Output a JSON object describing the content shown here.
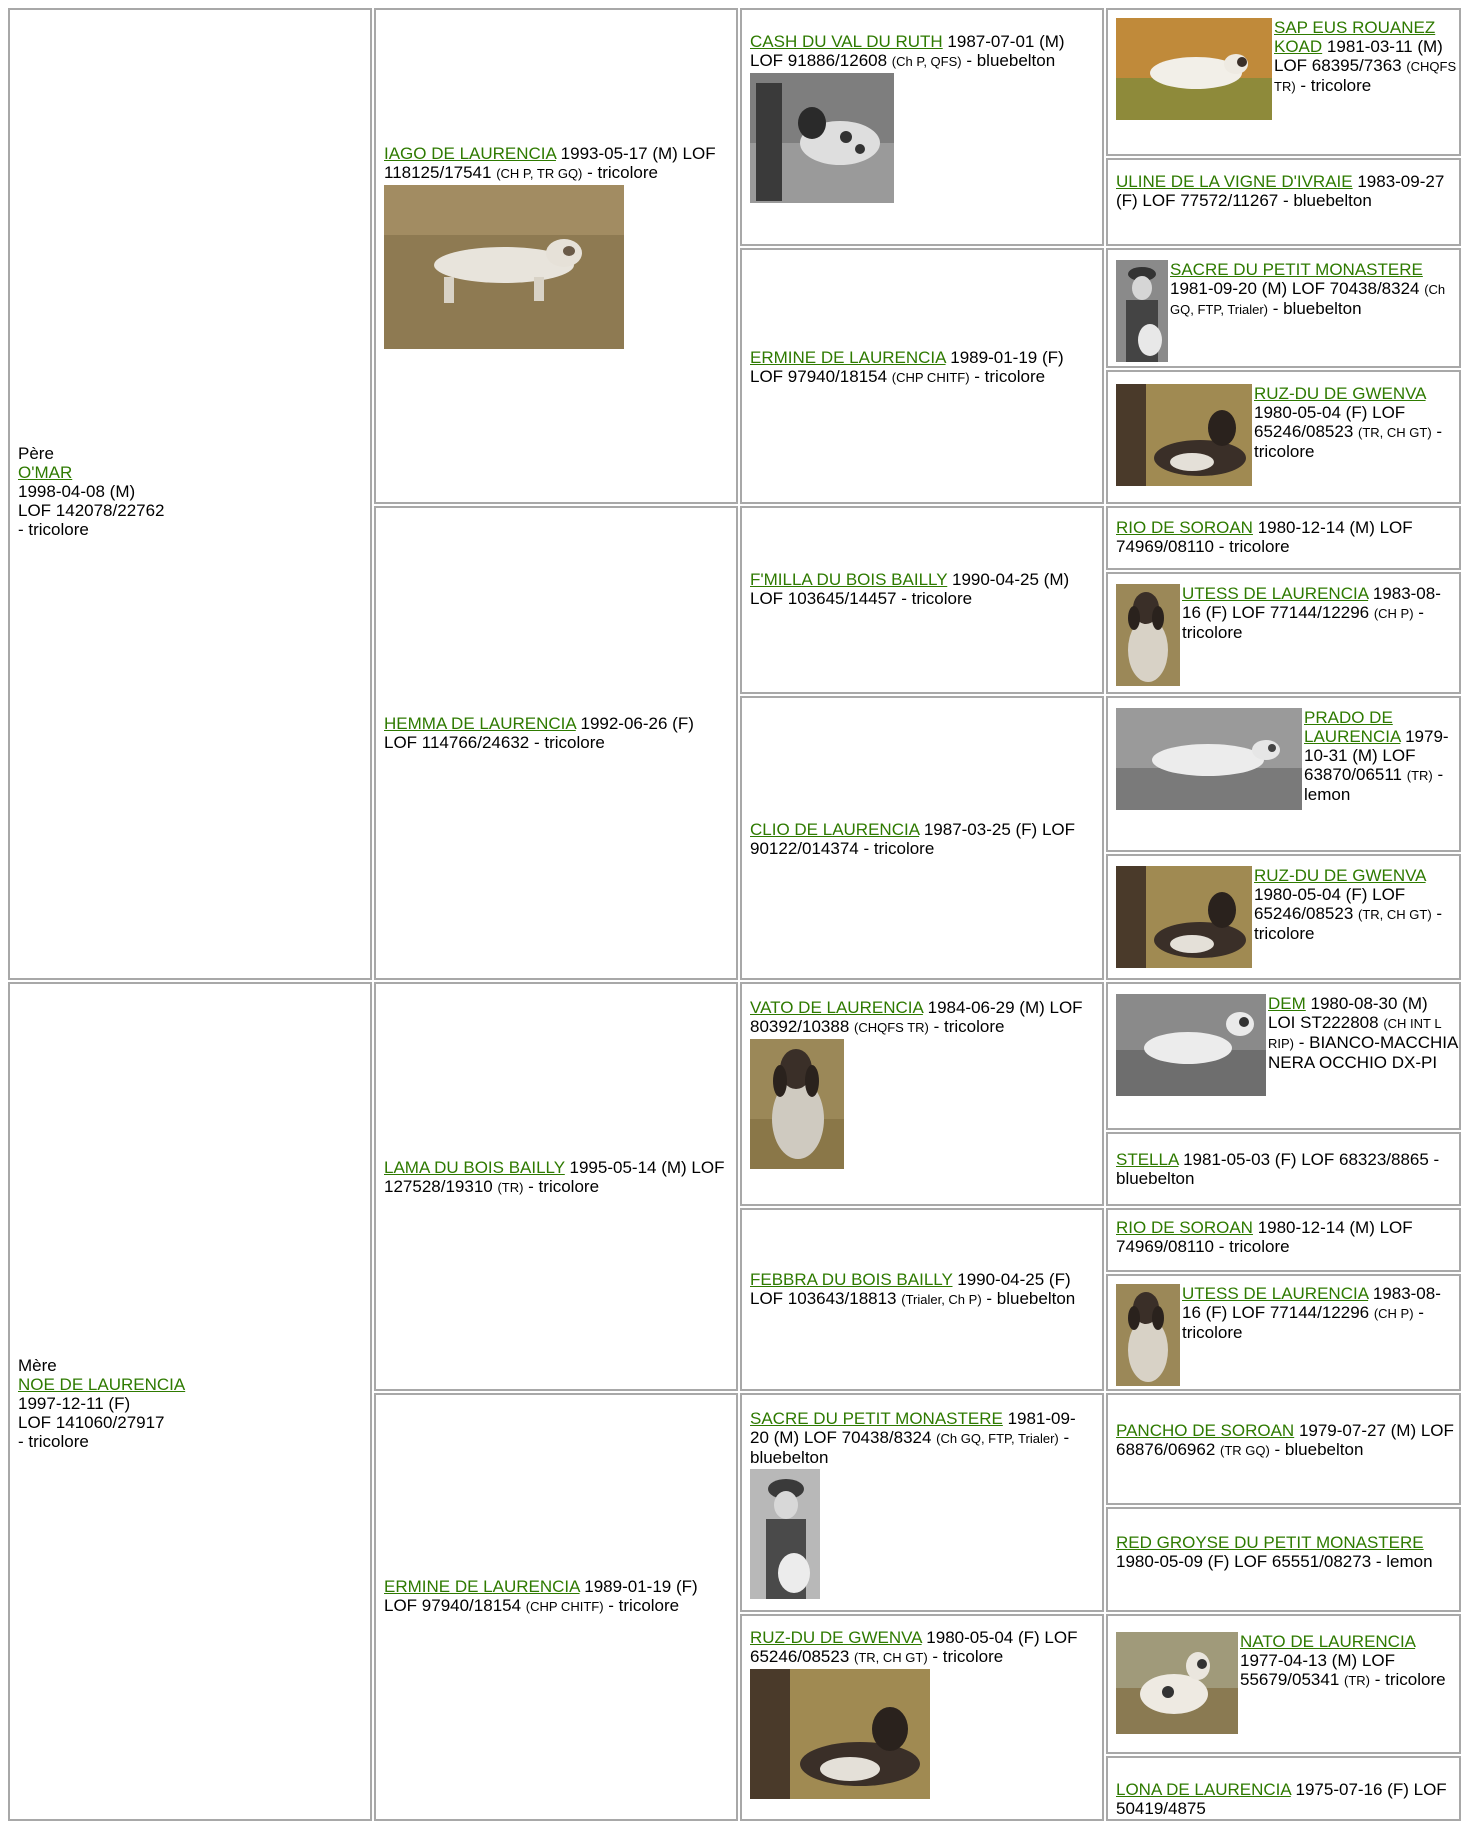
{
  "gen1": {
    "sire": {
      "role": "Père",
      "name": "O'MAR",
      "line1": "1998-04-08 (M)",
      "line2": "LOF 142078/22762",
      "line3": "- tricolore"
    },
    "dam": {
      "role": "Mère",
      "name": "NOE DE LAURENCIA",
      "line1": "1997-12-11 (F)",
      "line2": "LOF 141060/27917",
      "line3": "- tricolore"
    }
  },
  "gen2": [
    {
      "name": "IAGO DE LAURENCIA",
      "text": " 1993-05-17 (M) LOF 118125/17541 ",
      "title": "(CH P, TR GQ)",
      "tail": " - tricolore"
    },
    {
      "name": "HEMMA DE LAURENCIA",
      "text": " 1992-06-26 (F) LOF 114766/24632 - tricolore"
    },
    {
      "name": "LAMA DU BOIS BAILLY",
      "text": " 1995-05-14 (M) LOF 127528/19310 ",
      "title": "(TR)",
      "tail": " - tricolore"
    },
    {
      "name": "ERMINE DE LAURENCIA",
      "text": " 1989-01-19 (F) LOF 97940/18154 ",
      "title": "(CHP CHITF)",
      "tail": " - tricolore"
    }
  ],
  "gen3": [
    {
      "name": "CASH DU VAL DU RUTH",
      "text": " 1987-07-01 (M) LOF 91886/12608 ",
      "title": "(Ch P, QFS)",
      "tail": " - bluebelton"
    },
    {
      "name": "ERMINE DE LAURENCIA",
      "text": " 1989-01-19 (F) LOF 97940/18154 ",
      "title": "(CHP CHITF)",
      "tail": " - tricolore"
    },
    {
      "name": "F'MILLA DU BOIS BAILLY",
      "text": " 1990-04-25 (M) LOF 103645/14457 - tricolore"
    },
    {
      "name": "CLIO DE LAURENCIA",
      "text": " 1987-03-25 (F) LOF 90122/014374 - tricolore"
    },
    {
      "name": "VATO DE LAURENCIA",
      "text": " 1984-06-29 (M) LOF 80392/10388 ",
      "title": "(CHQFS TR)",
      "tail": " - tricolore"
    },
    {
      "name": "FEBBRA DU BOIS BAILLY",
      "text": " 1990-04-25 (F) LOF 103643/18813 ",
      "title": "(Trialer, Ch P)",
      "tail": " - bluebelton"
    },
    {
      "name": "SACRE DU PETIT MONASTERE",
      "text": " 1981-09-20 (M) LOF 70438/8324 ",
      "title": "(Ch GQ, FTP, Trialer)",
      "tail": " - bluebelton"
    },
    {
      "name": "RUZ-DU DE GWENVA",
      "text": " 1980-05-04 (F) LOF 65246/08523 ",
      "title": "(TR, CH GT)",
      "tail": " - tricolore"
    }
  ],
  "gen4": [
    {
      "name": "SAP EUS ROUANEZ KOAD",
      "text": " 1981-03-11 (M) LOF 68395/7363 ",
      "title": "(CHQFS TR)",
      "tail": " - tricolore"
    },
    {
      "name": "ULINE DE LA VIGNE D'IVRAIE",
      "text": " 1983-09-27 (F) LOF 77572/11267 - bluebelton"
    },
    {
      "name": "SACRE DU PETIT MONASTERE",
      "text": " 1981-09-20 (M) LOF 70438/8324 ",
      "title": "(Ch GQ, FTP, Trialer)",
      "tail": " - bluebelton"
    },
    {
      "name": "RUZ-DU DE GWENVA",
      "text": " 1980-05-04 (F) LOF 65246/08523 ",
      "title": "(TR, CH GT)",
      "tail": " - tricolore"
    },
    {
      "name": "RIO DE SOROAN",
      "text": " 1980-12-14 (M) LOF 74969/08110 - tricolore"
    },
    {
      "name": "UTESS DE LAURENCIA",
      "text": " 1983-08-16 (F) LOF 77144/12296 ",
      "title": "(CH P)",
      "tail": " - tricolore"
    },
    {
      "name": "PRADO DE LAURENCIA",
      "text": " 1979-10-31 (M) LOF 63870/06511 ",
      "title": "(TR)",
      "tail": " - lemon"
    },
    {
      "name": "RUZ-DU DE GWENVA",
      "text": " 1980-05-04 (F) LOF 65246/08523 ",
      "title": "(TR, CH GT)",
      "tail": " - tricolore"
    },
    {
      "name": "DEM",
      "text": " 1980-08-30 (M) LOI ST222808 ",
      "title": "(CH INT L RIP)",
      "tail": " - BIANCO-MACCHIA NERA OCCHIO DX-PI"
    },
    {
      "name": "STELLA",
      "text": " 1981-05-03 (F) LOF 68323/8865 - bluebelton"
    },
    {
      "name": "RIO DE SOROAN",
      "text": " 1980-12-14 (M) LOF 74969/08110 - tricolore"
    },
    {
      "name": "UTESS DE LAURENCIA",
      "text": " 1983-08-16 (F) LOF 77144/12296 ",
      "title": "(CH P)",
      "tail": " - tricolore"
    },
    {
      "name": "PANCHO DE SOROAN",
      "text": " 1979-07-27 (M) LOF 68876/06962 ",
      "title": "(TR GQ)",
      "tail": " - bluebelton"
    },
    {
      "name": "RED GROYSE DU PETIT MONASTERE",
      "text": " 1980-05-09 (F) LOF 65551/08273 - lemon"
    },
    {
      "name": "NATO DE LAURENCIA",
      "text": " 1977-04-13 (M) LOF 55679/05341 ",
      "title": "(TR)",
      "tail": " - tricolore"
    },
    {
      "name": "LONA DE LAURENCIA",
      "text": " 1975-07-16 (F) LOF 50419/4875"
    }
  ]
}
